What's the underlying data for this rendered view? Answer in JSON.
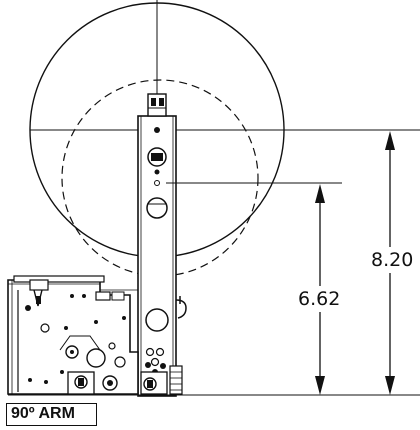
{
  "drawing": {
    "dimensions": [
      {
        "value": "8.20"
      },
      {
        "value": "6.62"
      }
    ],
    "caption": "90º ARM"
  }
}
